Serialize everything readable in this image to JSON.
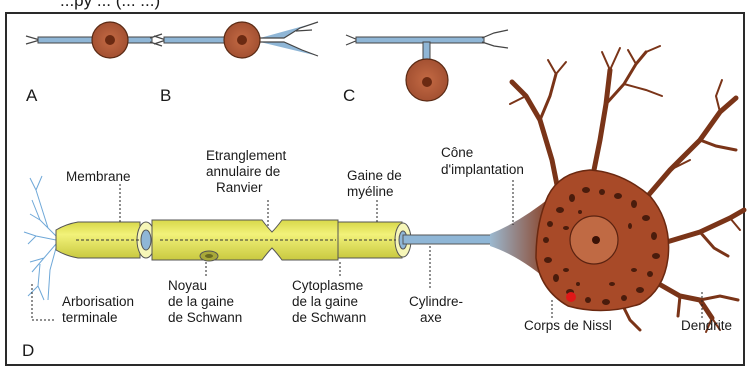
{
  "panel_letters": {
    "a": "A",
    "b": "B",
    "c": "C",
    "d": "D"
  },
  "top_caption_fragment": "...py ... (... ...)",
  "labels": {
    "membrane": "Membrane",
    "etranglement_1": "Etranglement",
    "etranglement_2": "annulaire de",
    "etranglement_3": "Ranvier",
    "gaine_1": "Gaine de",
    "gaine_2": "myéline",
    "cone_1": "Cône",
    "cone_2": "d'implantation",
    "noyau_1": "Noyau",
    "noyau_2": "de la gaine",
    "noyau_3": "de Schwann",
    "cyto_1": "Cytoplasme",
    "cyto_2": "de la gaine",
    "cyto_3": "de Schwann",
    "cylindre_1": "Cylindre-",
    "cylindre_2": "axe",
    "arbor_1": "Arborisation",
    "arbor_2": "terminale",
    "nissl": "Corps de Nissl",
    "dendrite": "Dendrite"
  },
  "colors": {
    "axon_blue": "#8fb6d6",
    "soma_brown": "#b05a3a",
    "neuron_dark": "#7a3418",
    "myelin_yellow": "#e8e85a",
    "nissl_red": "#e01818",
    "frame": "#2a2a2a"
  }
}
